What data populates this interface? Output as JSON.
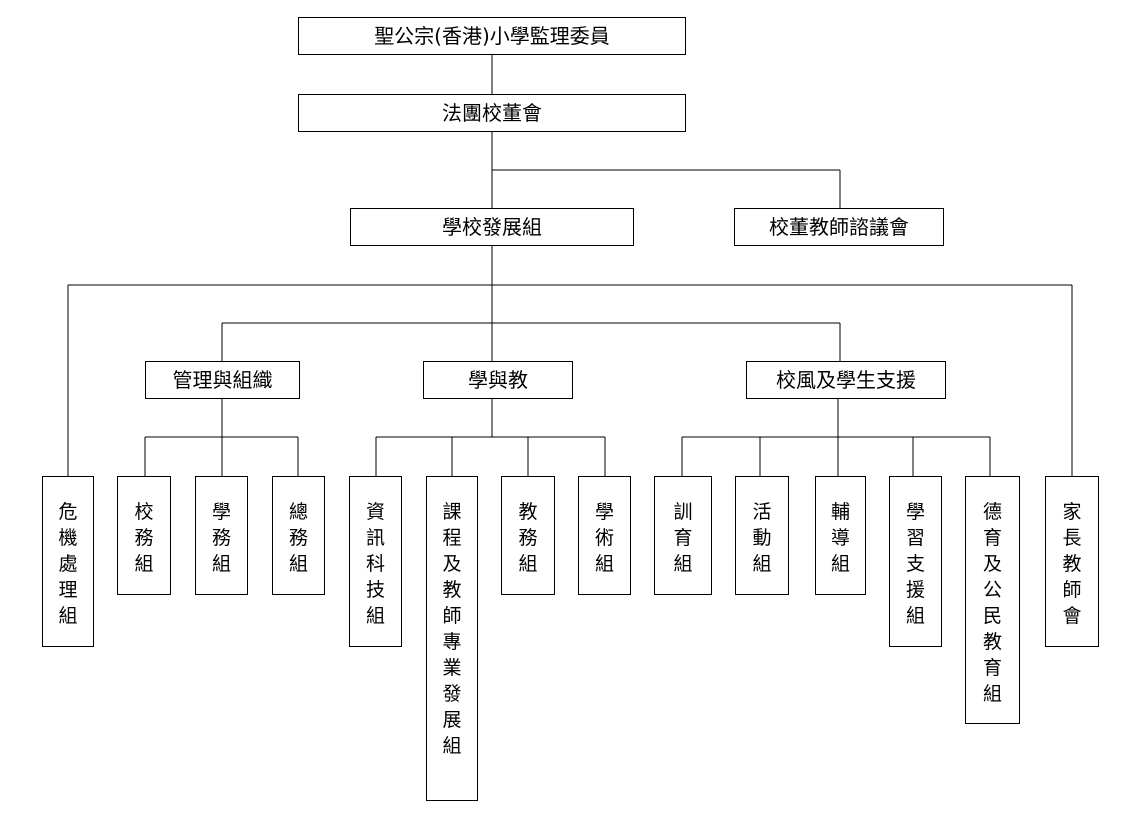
{
  "chart": {
    "top": "聖公宗(香港)小學監理委員",
    "board": "法團校董會",
    "development": "學校發展組",
    "council": "校董教師諮議會",
    "groups": {
      "management": "管理與組織",
      "teaching": "學與教",
      "support": "校風及學生支援"
    },
    "units": {
      "crisis": "危機處理組",
      "school_affairs": "校務組",
      "student_affairs": "學務組",
      "general_affairs": "總務組",
      "it": "資訊科技組",
      "curriculum": "課程及教師專業發展組",
      "academic_affairs": "教務組",
      "academic": "學術組",
      "discipline": "訓育組",
      "activities": "活動組",
      "counselling": "輔導組",
      "learning_support": "學習支援組",
      "moral_civic": "德育及公民教育組",
      "pta": "家長教師會"
    }
  }
}
